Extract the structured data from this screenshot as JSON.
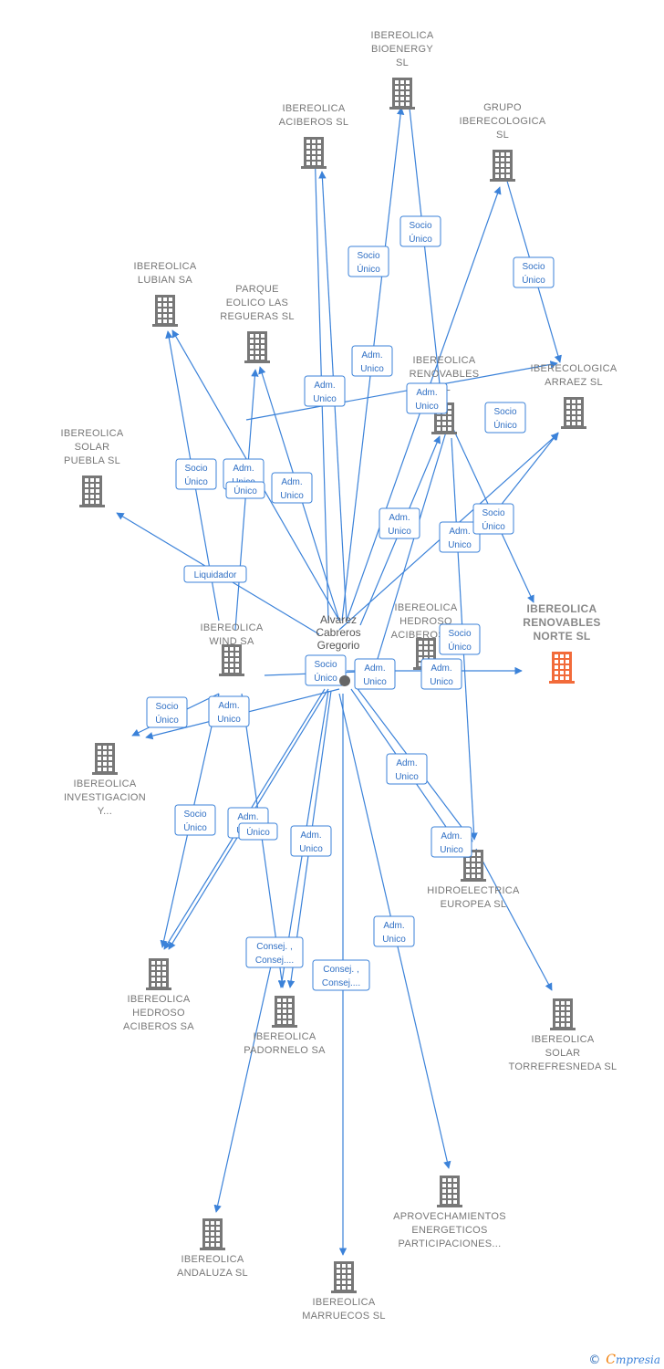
{
  "colors": {
    "building": "#777777",
    "focus_building": "#f26b3a",
    "edge": "#3b82d9"
  },
  "person": {
    "name_lines": [
      "Alvarez",
      "Cabreros",
      "Gregorio"
    ]
  },
  "nodes": [
    {
      "id": "bioenergy",
      "lines": [
        "IBEREOLICA",
        "BIOENERGY",
        "SL"
      ],
      "icon": "building-icon"
    },
    {
      "id": "aciberos_sl",
      "lines": [
        "IBEREOLICA",
        "ACIBEROS  SL"
      ],
      "icon": "building-icon"
    },
    {
      "id": "grupo",
      "lines": [
        "GRUPO",
        "IBERECOLOGICA",
        "SL"
      ],
      "icon": "building-icon"
    },
    {
      "id": "lubian",
      "lines": [
        "IBEREOLICA",
        "LUBIAN SA"
      ],
      "icon": "building-icon"
    },
    {
      "id": "parque",
      "lines": [
        "PARQUE",
        "EOLICO LAS",
        "REGUERAS SL"
      ],
      "icon": "building-icon"
    },
    {
      "id": "renovables",
      "lines": [
        "IBEREOLICA",
        "RENOVABLES",
        "SL"
      ],
      "icon": "building-icon"
    },
    {
      "id": "arraez",
      "lines": [
        "IBERECOLOGICA",
        "ARRAEZ  SL"
      ],
      "icon": "building-icon"
    },
    {
      "id": "solar_puebla",
      "lines": [
        "IBEREOLICA",
        "SOLAR",
        "PUEBLA SL"
      ],
      "icon": "building-icon"
    },
    {
      "id": "norte",
      "lines": [
        "IBEREOLICA",
        "RENOVABLES",
        "NORTE  SL"
      ],
      "icon": "building-icon",
      "focus": true
    },
    {
      "id": "hedroso_sl",
      "lines": [
        "IBEREOLICA",
        "HEDROSO",
        "ACIBEROS SL"
      ],
      "icon": "building-icon"
    },
    {
      "id": "wind",
      "lines": [
        "IBEREOLICA",
        "WIND SA"
      ],
      "icon": "building-icon"
    },
    {
      "id": "investigacion",
      "lines": [
        "IBEREOLICA",
        "INVESTIGACION",
        "Y..."
      ],
      "icon": "building-icon"
    },
    {
      "id": "hidro",
      "lines": [
        "HIDROELECTRICA",
        "EUROPEA SL"
      ],
      "icon": "building-icon"
    },
    {
      "id": "hedroso_sa",
      "lines": [
        "IBEREOLICA",
        "HEDROSO",
        "ACIBEROS SA"
      ],
      "icon": "building-icon"
    },
    {
      "id": "padornelo",
      "lines": [
        "IBEREOLICA",
        "PADORNELO SA"
      ],
      "icon": "building-icon"
    },
    {
      "id": "torrefresneda",
      "lines": [
        "IBEREOLICA",
        "SOLAR",
        "TORREFRESNEDA SL"
      ],
      "icon": "building-icon"
    },
    {
      "id": "aprovech",
      "lines": [
        "APROVECHAMIENTOS",
        "ENERGETICOS",
        "PARTICIPACIONES..."
      ],
      "icon": "building-icon"
    },
    {
      "id": "andaluza",
      "lines": [
        "IBEREOLICA",
        "ANDALUZA SL"
      ],
      "icon": "building-icon"
    },
    {
      "id": "marruecos",
      "lines": [
        "IBEREOLICA",
        "MARRUECOS SL"
      ],
      "icon": "building-icon"
    }
  ],
  "edge_labels": [
    [
      "Socio",
      "Único"
    ],
    [
      "Socio",
      "Único"
    ],
    [
      "Adm.",
      "Unico"
    ],
    [
      "Socio",
      "Único"
    ],
    [
      "Adm.",
      "Unico"
    ],
    [
      "Adm.",
      "Unico"
    ],
    [
      "Socio",
      "Único"
    ],
    [
      "Socio",
      "Único"
    ],
    [
      "Adm.",
      "Unico"
    ],
    [
      "Único"
    ],
    [
      "Adm.",
      "Unico"
    ],
    [
      "Adm.",
      "Unico"
    ],
    [
      "Adm.",
      "Unico"
    ],
    [
      "Socio",
      "Único"
    ],
    [
      "Liquidador"
    ],
    [
      "Socio",
      "Único"
    ],
    [
      "Adm.",
      "Unico"
    ],
    [
      "Socio",
      "Único"
    ],
    [
      "Adm.",
      "Unico"
    ],
    [
      "Socio",
      "Único"
    ],
    [
      "Adm.",
      "Unico"
    ],
    [
      "Adm.",
      "Unico"
    ],
    [
      "Socio",
      "Único"
    ],
    [
      "Adm.",
      "Unico"
    ],
    [
      "Único"
    ],
    [
      "Adm.",
      "Unico"
    ],
    [
      "Adm.",
      "Unico"
    ],
    [
      "Consej. ,",
      "Consej...."
    ],
    [
      "Consej. ,",
      "Consej...."
    ],
    [
      "Adm.",
      "Unico"
    ]
  ],
  "footer": {
    "copyright": "©",
    "brand_initial": "C",
    "brand_rest": "mpresia"
  }
}
